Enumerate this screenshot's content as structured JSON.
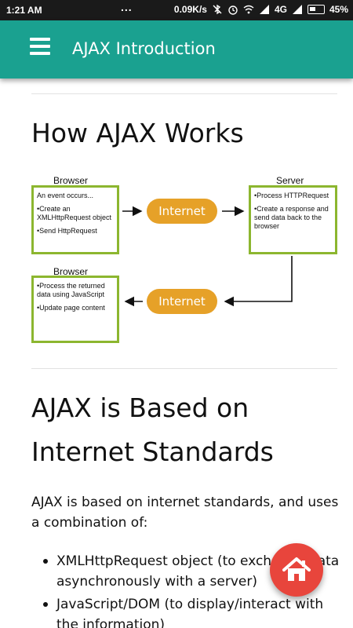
{
  "status_bar": {
    "time": "1:21 AM",
    "dots": "...",
    "speed": "0.09K/s",
    "network": "4G",
    "battery": "45%"
  },
  "app_bar": {
    "title": "AJAX Introduction",
    "menu_icon": "hamburger-menu-icon"
  },
  "section1": {
    "heading": "How AJAX Works"
  },
  "diagram": {
    "browser_top_label": "Browser",
    "server_label": "Server",
    "browser_bottom_label": "Browser",
    "internet_top": "Internet",
    "internet_bottom": "Internet",
    "browser_top_lines": [
      "An event occurs...",
      "•Create an XMLHttpRequest object",
      "•Send HttpRequest"
    ],
    "server_lines": [
      "•Process HTTPRequest",
      "•Create a response and send data back to the browser"
    ],
    "browser_bottom_lines": [
      "•Process the returned data using JavaScript",
      "•Update page content"
    ],
    "box_color": "#8cb62f",
    "pill_color": "#e6a128"
  },
  "section2": {
    "heading_line1": "AJAX is Based on",
    "heading_line2": "Internet Standards",
    "paragraph": "AJAX is based on internet standards, and uses a combination of:",
    "bullets": [
      "XMLHttpRequest object (to exchange data asynchronously with a server)",
      "JavaScript/DOM (to display/interact with the information)"
    ]
  },
  "fab": {
    "icon": "home-icon",
    "color": "#e8453c"
  },
  "colors": {
    "app_bar": "#1aa190",
    "status_bar": "#1a1a1a"
  }
}
